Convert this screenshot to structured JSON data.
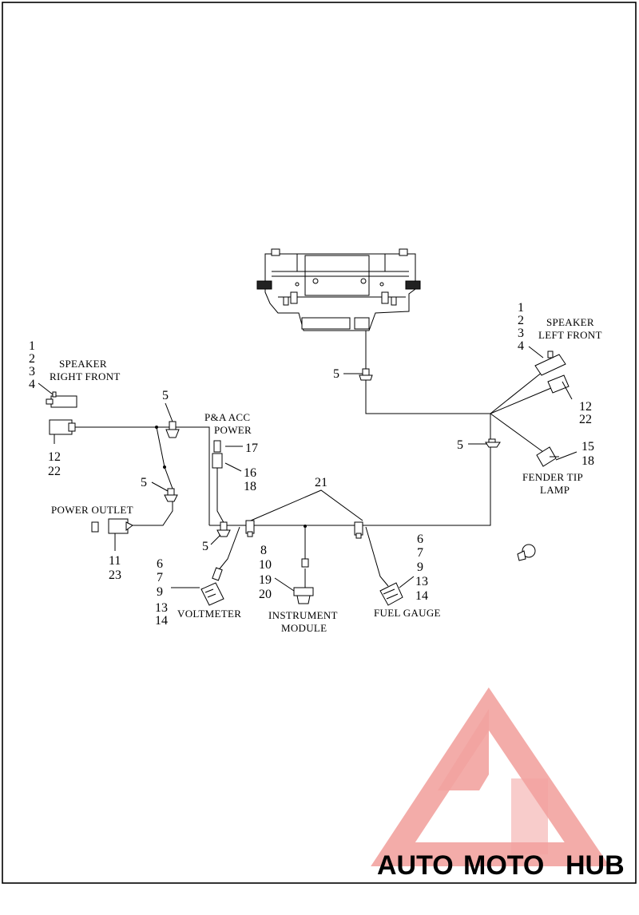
{
  "labels": {
    "speaker_right_front": [
      "SPEAKER",
      "RIGHT FRONT"
    ],
    "speaker_left_front": [
      "SPEAKER",
      "LEFT FRONT"
    ],
    "pa_acc_power": [
      "P&A ACC",
      "POWER"
    ],
    "power_outlet": "POWER OUTLET",
    "voltmeter": "VOLTMETER",
    "instrument_module": [
      "INSTRUMENT",
      "MODULE"
    ],
    "fuel_gauge": "FUEL GAUGE",
    "fender_tip_lamp": [
      "FENDER TIP",
      "LAMP"
    ]
  },
  "callouts": {
    "speaker_rf_top": [
      "1",
      "2",
      "3",
      "4"
    ],
    "speaker_rf_bottom": [
      "12",
      "22"
    ],
    "speaker_lf_top": [
      "1",
      "2",
      "3",
      "4"
    ],
    "speaker_lf_bottom": [
      "12",
      "22"
    ],
    "clip_main": "5",
    "clip_upper_left": "5",
    "clip_mid_left": "5",
    "clip_bottom_left": "5",
    "clip_right": "5",
    "pa_acc": [
      "17",
      "16",
      "18"
    ],
    "power_outlet": [
      "11",
      "23"
    ],
    "voltmeter": [
      "6",
      "7",
      "9",
      "13",
      "14"
    ],
    "instrument": [
      "8",
      "10",
      "19",
      "20"
    ],
    "fuel_gauge": [
      "6",
      "7",
      "9",
      "13",
      "14"
    ],
    "harness": "21",
    "fender_tip": [
      "15",
      "18"
    ]
  },
  "watermark": {
    "part1": "AUTO",
    "part2": "MOTO",
    "part3": "HUB",
    "colors": {
      "pink": "#f2a3a0",
      "peach": "#f7c2a6",
      "gray": "#8a8a8a"
    }
  },
  "icons": {
    "border": "frame",
    "logo": "triangle-logo-icon"
  }
}
